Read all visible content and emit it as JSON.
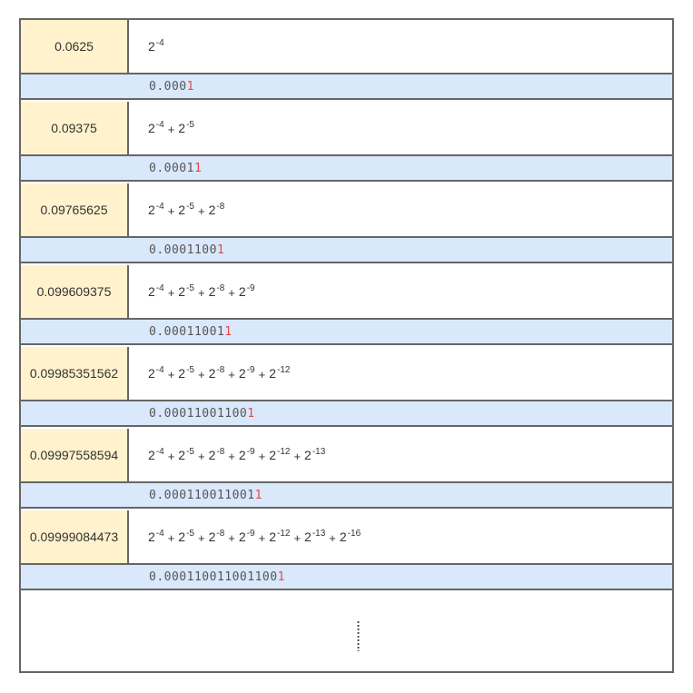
{
  "rows": [
    {
      "decimal": "0.0625",
      "terms": [
        {
          "base": "2",
          "exp": "-4"
        }
      ],
      "binary_prefix": "0.000",
      "binary_last": "1"
    },
    {
      "decimal": "0.09375",
      "terms": [
        {
          "base": "2",
          "exp": "-4"
        },
        {
          "base": "2",
          "exp": "-5"
        }
      ],
      "binary_prefix": "0.0001",
      "binary_last": "1"
    },
    {
      "decimal": "0.09765625",
      "terms": [
        {
          "base": "2",
          "exp": "-4"
        },
        {
          "base": "2",
          "exp": "-5"
        },
        {
          "base": "2",
          "exp": "-8"
        }
      ],
      "binary_prefix": "0.0001100",
      "binary_last": "1"
    },
    {
      "decimal": "0.099609375",
      "terms": [
        {
          "base": "2",
          "exp": "-4"
        },
        {
          "base": "2",
          "exp": "-5"
        },
        {
          "base": "2",
          "exp": "-8"
        },
        {
          "base": "2",
          "exp": "-9"
        }
      ],
      "binary_prefix": "0.00011001",
      "binary_last": "1"
    },
    {
      "decimal": "0.09985351562",
      "terms": [
        {
          "base": "2",
          "exp": "-4"
        },
        {
          "base": "2",
          "exp": "-5"
        },
        {
          "base": "2",
          "exp": "-8"
        },
        {
          "base": "2",
          "exp": "-9"
        },
        {
          "base": "2",
          "exp": "-12"
        }
      ],
      "binary_prefix": "0.00011001100",
      "binary_last": "1"
    },
    {
      "decimal": "0.09997558594",
      "terms": [
        {
          "base": "2",
          "exp": "-4"
        },
        {
          "base": "2",
          "exp": "-5"
        },
        {
          "base": "2",
          "exp": "-8"
        },
        {
          "base": "2",
          "exp": "-9"
        },
        {
          "base": "2",
          "exp": "-12"
        },
        {
          "base": "2",
          "exp": "-13"
        }
      ],
      "binary_prefix": "0.000110011001",
      "binary_last": "1"
    },
    {
      "decimal": "0.09999084473",
      "terms": [
        {
          "base": "2",
          "exp": "-4"
        },
        {
          "base": "2",
          "exp": "-5"
        },
        {
          "base": "2",
          "exp": "-8"
        },
        {
          "base": "2",
          "exp": "-9"
        },
        {
          "base": "2",
          "exp": "-12"
        },
        {
          "base": "2",
          "exp": "-13"
        },
        {
          "base": "2",
          "exp": "-16"
        }
      ],
      "binary_prefix": "0.000110011001100",
      "binary_last": "1"
    }
  ],
  "plus_sign": "+",
  "colors": {
    "decimal_cell": "#fff2cc",
    "binary_row": "#dae8fc",
    "highlight_digit": "#e8474b",
    "border": "#666666"
  },
  "continuation_icon": "vertical-ellipsis-icon"
}
